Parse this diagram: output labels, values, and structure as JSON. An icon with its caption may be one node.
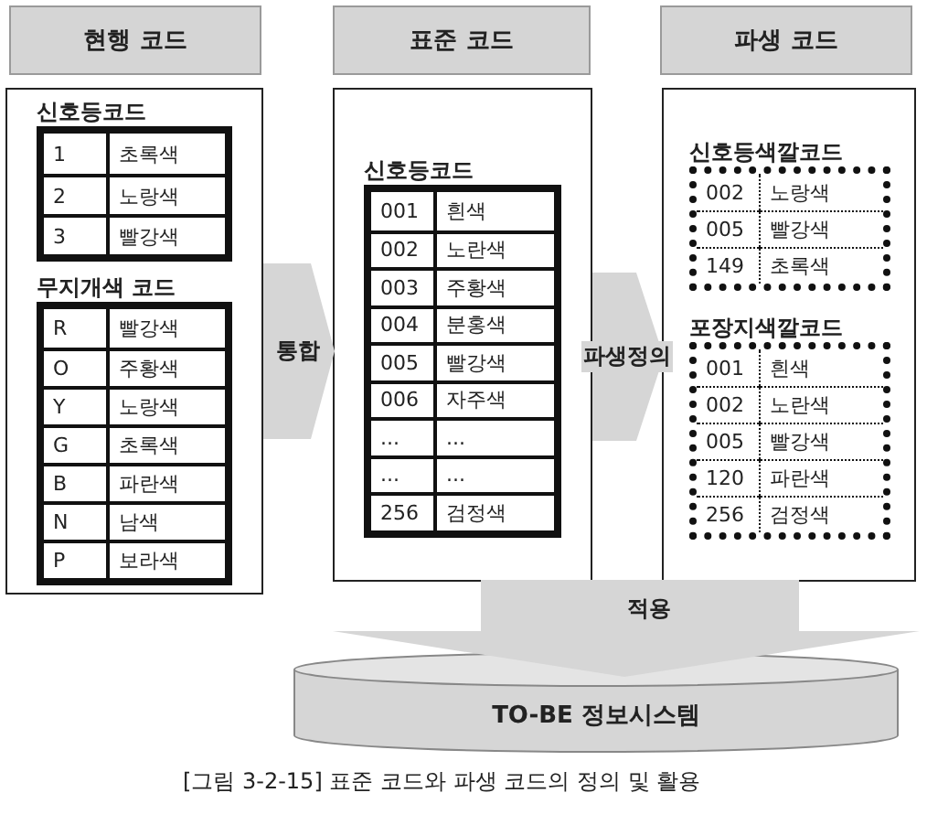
{
  "diagram": {
    "caption": "[그림 3-2-15] 표준 코드와 파생 코드의 정의 및 활용",
    "nodes": [
      {
        "text": [
          "현행 코드"
        ]
      },
      {
        "text": [],
        "shape": "box"
      },
      {
        "text": [
          "신호등코드",
          "1",
          "초록색",
          "2",
          "노랑색",
          "3",
          "빨강색"
        ],
        "in": 1
      },
      {
        "text": [
          "무지개색 코드",
          "R",
          "빨강색",
          "O",
          "주황색",
          "Y",
          "노랑색",
          "G",
          "초록색",
          "B",
          "파란색",
          "N",
          "남색",
          "P",
          "보라색"
        ],
        "in": 1
      },
      {
        "text": [
          "표준 코드"
        ]
      },
      {
        "text": [],
        "shape": "box"
      },
      {
        "text": [
          "신호등코드",
          "001",
          "흰색",
          "002",
          "노란색",
          "003",
          "주황색",
          "004",
          "분홍색",
          "005",
          "빨강색",
          "006",
          "자주색",
          "...",
          "...",
          "...",
          "...",
          "256",
          "검정색"
        ],
        "in": 5
      },
      {
        "text": [
          "파생 코드"
        ]
      },
      {
        "text": [],
        "shape": "box"
      },
      {
        "text": [
          "신호등색깔코드",
          "002",
          "노랑색",
          "005",
          "빨강색",
          "149",
          "초록색"
        ],
        "in": 8
      },
      {
        "text": [
          "포장지색깔코드",
          "001",
          "흰색",
          "002",
          "노란색",
          "005",
          "빨강색",
          "120",
          "파란색",
          "256",
          "검정색"
        ],
        "in": 8
      },
      {
        "text": [
          "TO-BE 정보시스템"
        ]
      }
    ],
    "edges": [
      {
        "from": 1,
        "to": 5,
        "arrow": "to",
        "label": "통합"
      },
      {
        "from": 5,
        "to": 8,
        "arrow": "to",
        "label": "파생정의"
      },
      {
        "from": 5,
        "to": 11,
        "arrow": "to",
        "label": "적용"
      },
      {
        "from": 8,
        "to": 11,
        "arrow": "to"
      }
    ]
  }
}
